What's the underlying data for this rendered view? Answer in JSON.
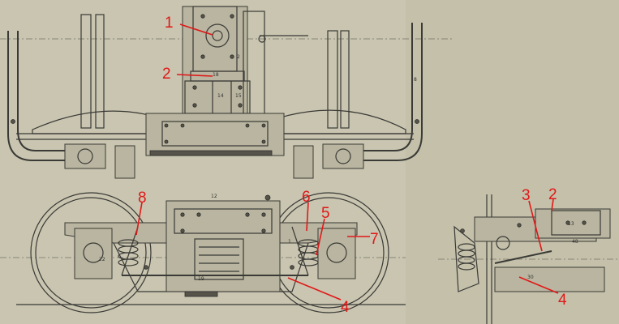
{
  "figure": {
    "callouts": {
      "c1": "1",
      "c2_top": "2",
      "c2_right": "2",
      "c3": "3",
      "c4_mid": "4",
      "c4_right": "4",
      "c5": "5",
      "c6": "6",
      "c7": "7",
      "c8": "8"
    },
    "annotation_color": "#e01818",
    "paper_color": "#c9c5b0",
    "ink_color": "#3a3a36"
  }
}
